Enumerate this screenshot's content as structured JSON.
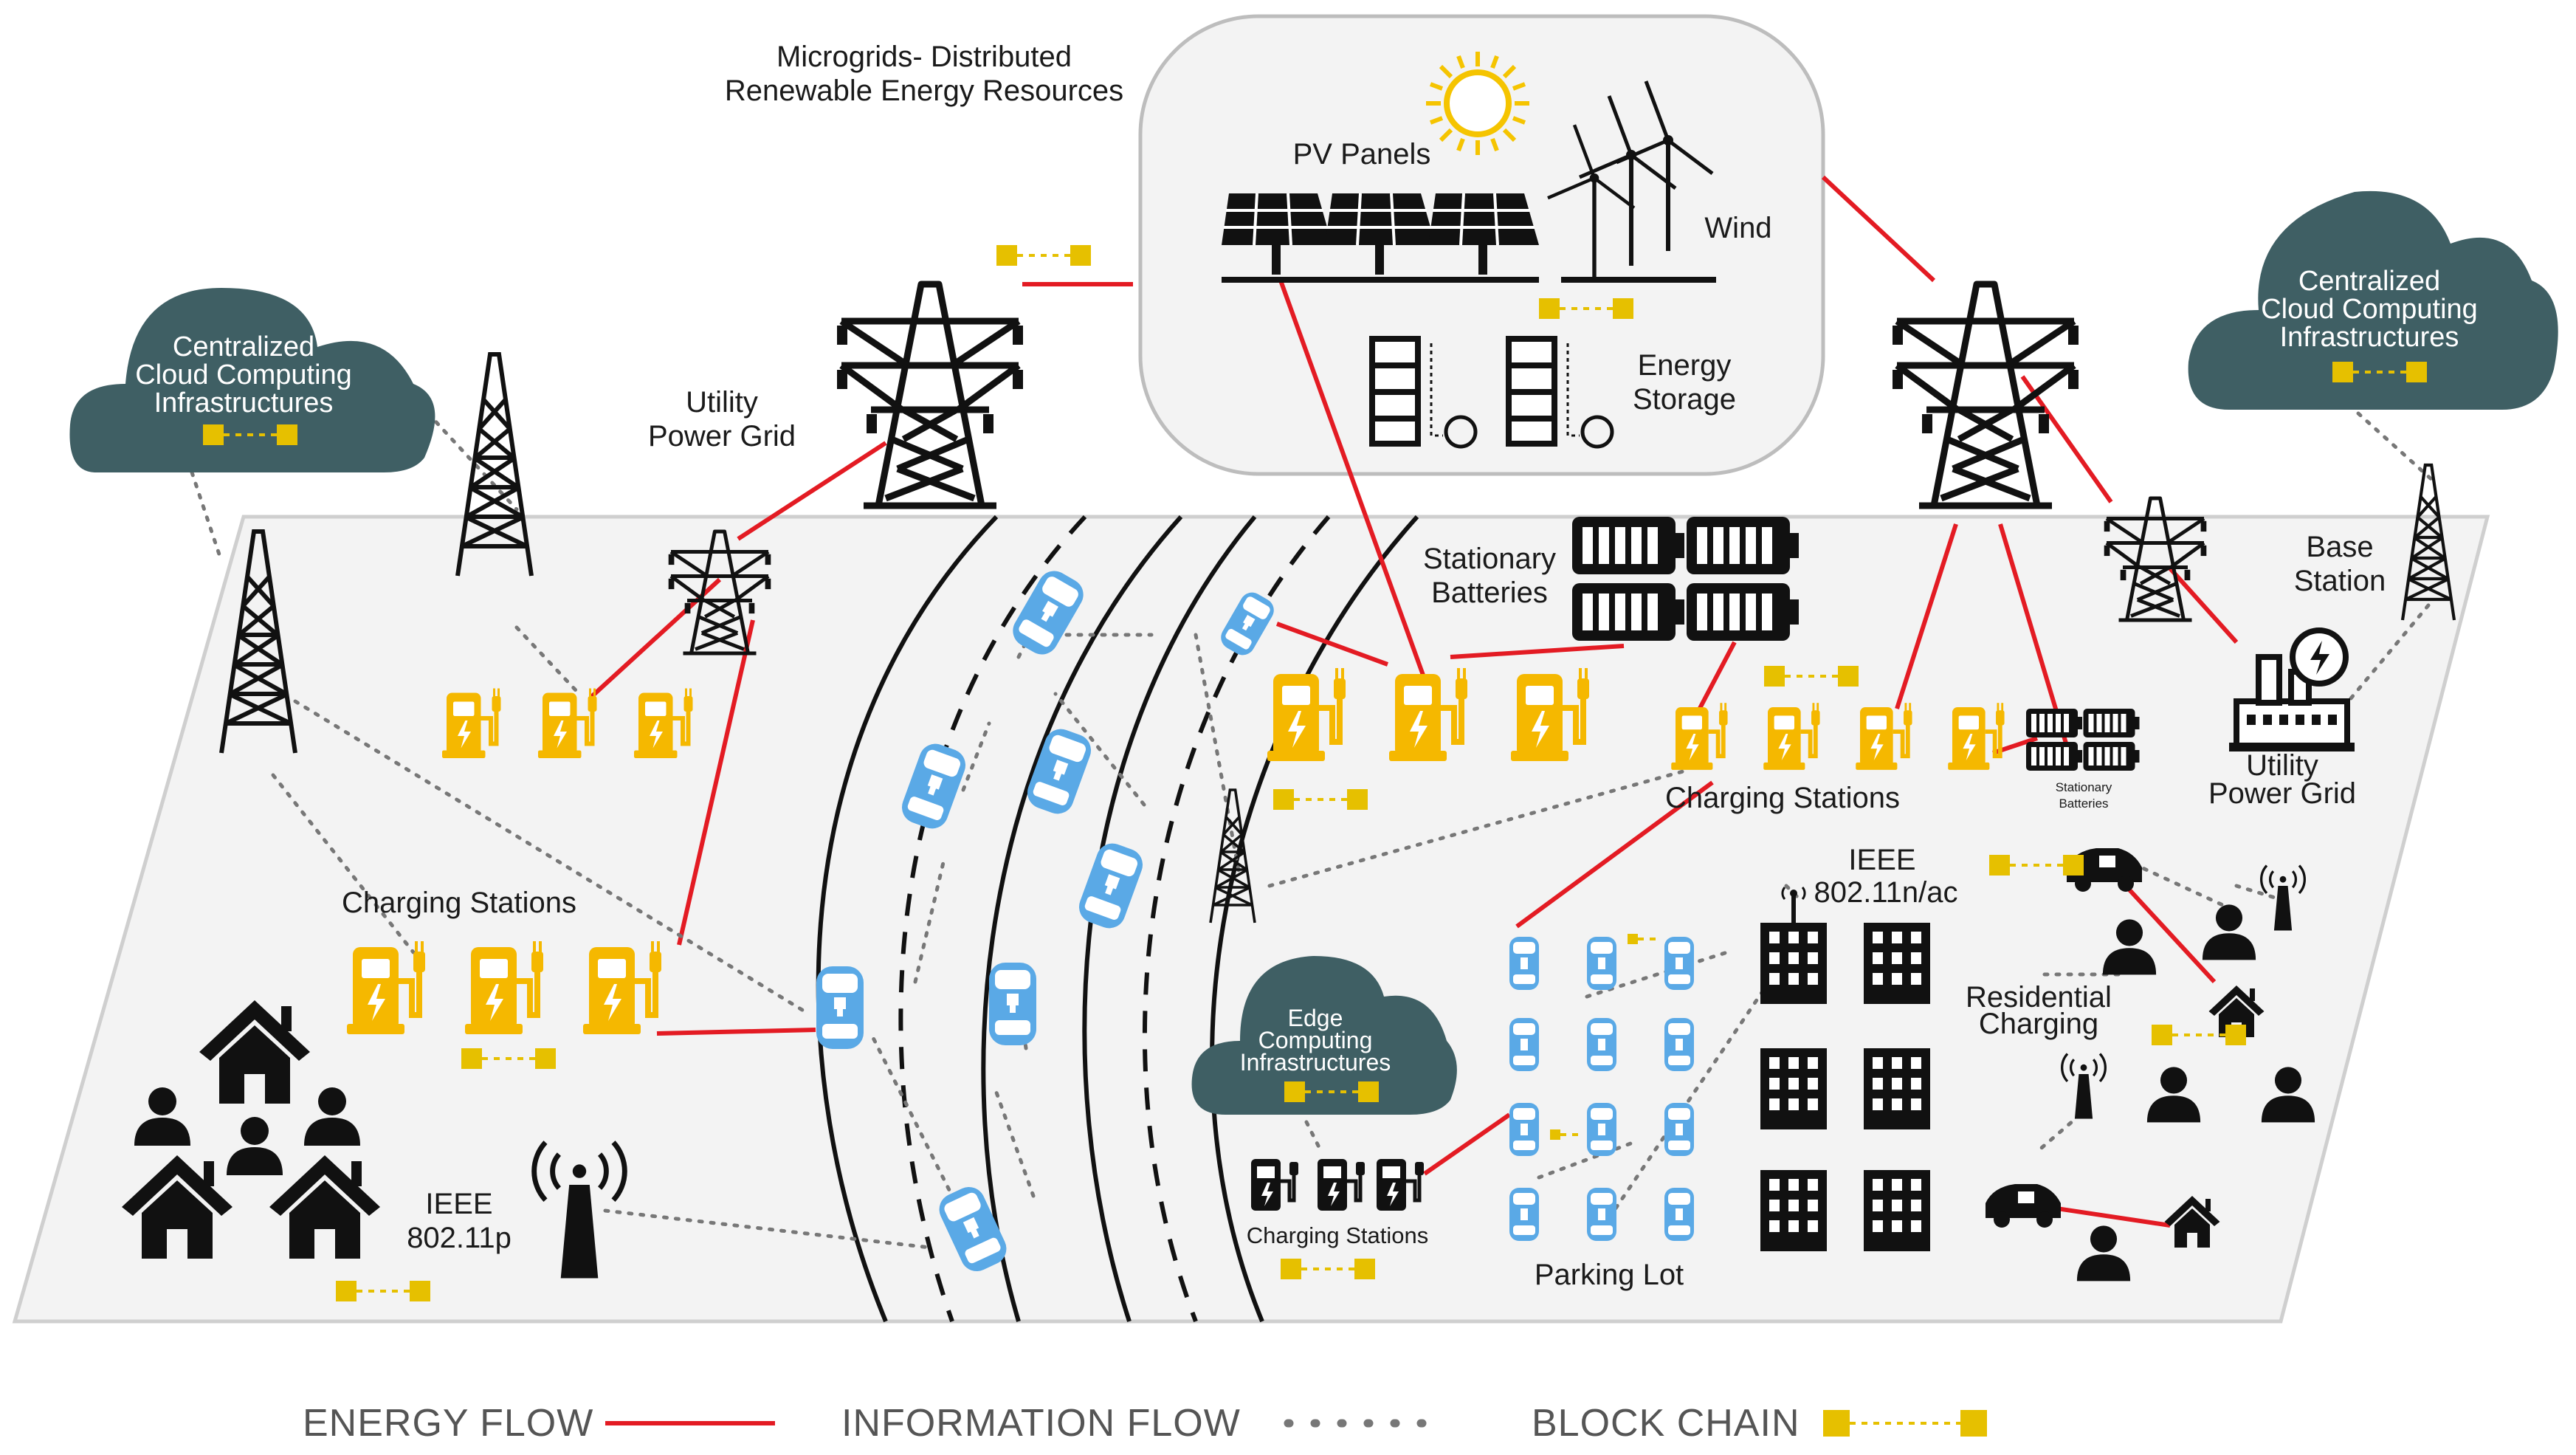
{
  "labels": {
    "microgrids_line1": "Microgrids- Distributed",
    "microgrids_line2": "Renewable Energy Resources",
    "pv_panels": "PV Panels",
    "wind": "Wind",
    "energy_storage_line1": "Energy",
    "energy_storage_line2": "Storage",
    "utility_grid_left_line1": "Utility",
    "utility_grid_left_line2": "Power Grid",
    "utility_grid_right_line1": "Utility",
    "utility_grid_right_line2": "Power Grid",
    "stationary_batteries_line1": "Stationary",
    "stationary_batteries_line2": "Batteries",
    "stationary_batteries_small_line1": "Stationary",
    "stationary_batteries_small_line2": "Batteries",
    "base_station_line1": "Base",
    "base_station_line2": "Station",
    "charging_stations_left": "Charging Stations",
    "charging_stations_right": "Charging Stations",
    "charging_stations_small": "Charging Stations",
    "ieee_right_line1": "IEEE",
    "ieee_right_line2": "802.11n/ac",
    "ieee_left_line1": "IEEE",
    "ieee_left_line2": "802.11p",
    "residential_line1": "Residential",
    "residential_line2": "Charging",
    "parking_lot": "Parking Lot"
  },
  "clouds": {
    "left": {
      "line1": "Centralized",
      "line2": "Cloud Computing",
      "line3": "Infrastructures"
    },
    "right": {
      "line1": "Centralized",
      "line2": "Cloud Computing",
      "line3": "Infrastructures"
    },
    "edge": {
      "line1": "Edge",
      "line2": "Computing",
      "line3": "Infrastructures"
    }
  },
  "legend": {
    "energy_flow": "ENERGY FLOW",
    "information_flow": "INFORMATION FLOW",
    "block_chain": "BLOCK CHAIN"
  },
  "colors": {
    "energy_flow": "#e31b23",
    "information_flow": "#777777",
    "block_chain": "#e6c000",
    "charger": "#f5b800",
    "vehicle": "#5aa9e6",
    "cloud": "#3f5f64"
  }
}
